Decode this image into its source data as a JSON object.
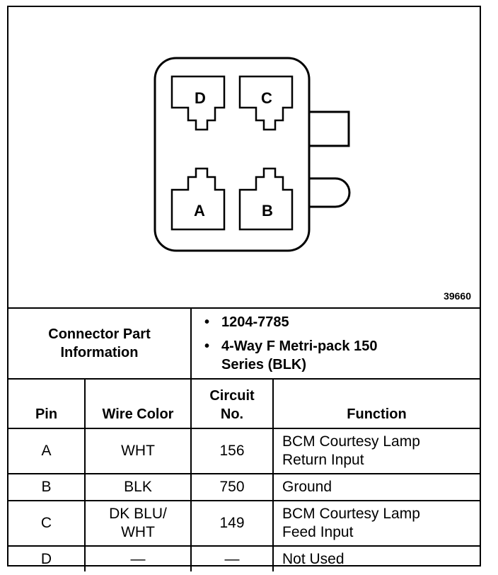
{
  "figure_number": "39660",
  "connector": {
    "pins_top": [
      "D",
      "C"
    ],
    "pins_bottom": [
      "A",
      "B"
    ]
  },
  "part_info": {
    "label": "Connector Part Information",
    "items": [
      "1204-7785",
      "4-Way F Metri-pack 150 Series (BLK)"
    ]
  },
  "table": {
    "headers": {
      "pin": "Pin",
      "wire_color": "Wire Color",
      "circuit": "Circuit No.",
      "function": "Function"
    },
    "rows": [
      {
        "pin": "A",
        "wire_color": "WHT",
        "circuit": "156",
        "function": "BCM Courtesy Lamp Return Input"
      },
      {
        "pin": "B",
        "wire_color": "BLK",
        "circuit": "750",
        "function": "Ground"
      },
      {
        "pin": "C",
        "wire_color": "DK BLU/ WHT",
        "circuit": "149",
        "function": "BCM Courtesy Lamp Feed Input"
      },
      {
        "pin": "D",
        "wire_color": "—",
        "circuit": "—",
        "function": "Not Used"
      }
    ]
  }
}
